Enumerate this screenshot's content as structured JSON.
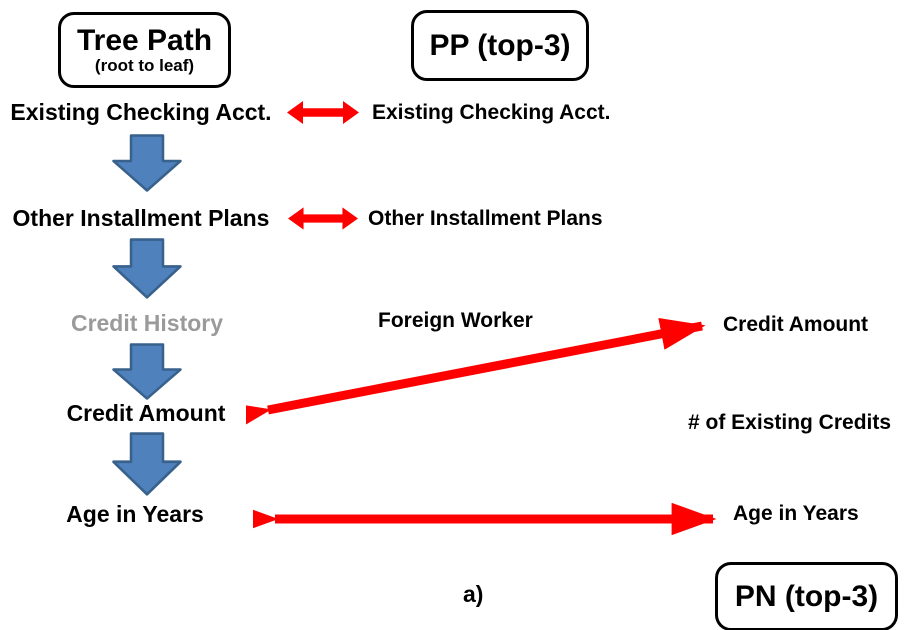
{
  "diagram": {
    "caption": "a)",
    "legend": {
      "tree_path": {
        "title": "Tree Path",
        "subtitle": "(root to leaf)"
      },
      "pp": {
        "label": "PP (top-3)"
      },
      "pn": {
        "label": "PN (top-3)"
      }
    },
    "tree_path_nodes": [
      {
        "label": "Existing Checking Acct.",
        "muted": false
      },
      {
        "label": "Other Installment Plans",
        "muted": false
      },
      {
        "label": "Credit History",
        "muted": true
      },
      {
        "label": "Credit Amount",
        "muted": false
      },
      {
        "label": "Age in Years",
        "muted": false
      }
    ],
    "pp_items": [
      {
        "label": "Existing Checking Acct."
      },
      {
        "label": "Other Installment Plans"
      },
      {
        "label": "Foreign Worker"
      }
    ],
    "pn_items": [
      {
        "label": "Credit Amount"
      },
      {
        "label": "# of Existing Credits"
      },
      {
        "label": "Age in Years"
      }
    ],
    "match_arrows": [
      {
        "tree_node": "Existing Checking Acct.",
        "list": "PP",
        "item": "Existing Checking Acct."
      },
      {
        "tree_node": "Other Installment Plans",
        "list": "PP",
        "item": "Other Installment Plans"
      },
      {
        "tree_node": "Credit Amount",
        "list": "PN",
        "item": "Credit Amount"
      },
      {
        "tree_node": "Age in Years",
        "list": "PN",
        "item": "Age in Years"
      }
    ],
    "colors": {
      "arrow_red": "#fe0000",
      "arrow_blue_fill": "#4f81bd",
      "arrow_blue_stroke": "#38618c",
      "muted_text": "#9a9a9a"
    }
  }
}
